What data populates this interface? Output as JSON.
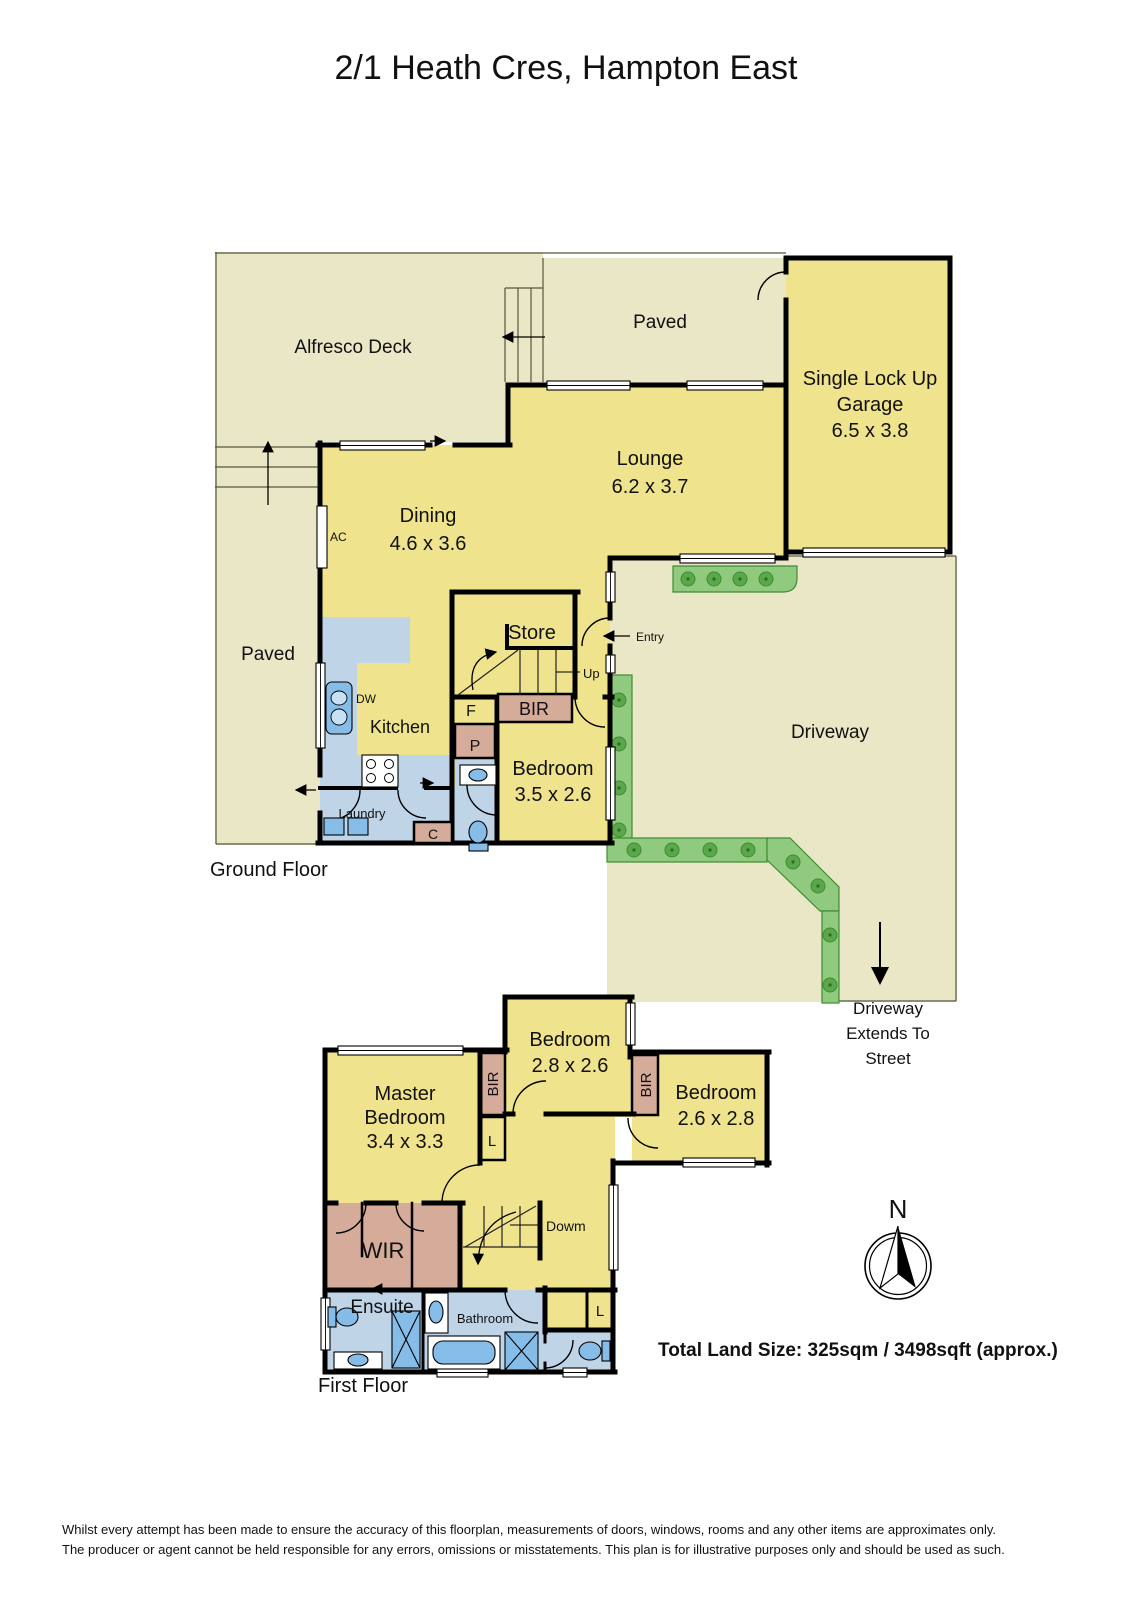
{
  "title": "2/1 Heath Cres, Hampton East",
  "palette": {
    "outdoor": "#e9e7c5",
    "room_yellow": "#f0e38d",
    "wet_blue": "#c0d4e8",
    "fixture_blue": "#85bce8",
    "closet_tan": "#d5ab9a",
    "garden_green": "#90ca7f",
    "bush_green": "#5aa84a",
    "wall_black": "#000000"
  },
  "ground_floor": {
    "floor_label": "Ground Floor",
    "outdoor": {
      "alfresco": "Alfresco Deck",
      "paved_top": "Paved",
      "paved_left": "Paved",
      "driveway": "Driveway",
      "driveway_note": {
        "line1": "Driveway",
        "line2": "Extends To",
        "line3": "Street"
      }
    },
    "rooms": {
      "lounge": {
        "name": "Lounge",
        "dims": "6.2 x 3.7"
      },
      "dining": {
        "name": "Dining",
        "dims": "4.6 x 3.6"
      },
      "garage": {
        "line1": "Single Lock Up",
        "line2": "Garage",
        "dims": "6.5 x 3.8"
      },
      "bedroom": {
        "name": "Bedroom",
        "dims": "3.5 x 2.6"
      },
      "kitchen": "Kitchen",
      "laundry": "Laundry",
      "store": "Store"
    },
    "labels": {
      "ac": "AC",
      "dw": "DW",
      "f": "F",
      "p": "P",
      "c": "C",
      "bir": "BIR",
      "up": "Up",
      "entry": "Entry"
    }
  },
  "first_floor": {
    "floor_label": "First Floor",
    "rooms": {
      "master": {
        "line1": "Master",
        "line2": "Bedroom",
        "dims": "3.4 x 3.3"
      },
      "bedroom2": {
        "name": "Bedroom",
        "dims": "2.8 x 2.6"
      },
      "bedroom3": {
        "name": "Bedroom",
        "dims": "2.6 x 2.8"
      },
      "wir": "WIR",
      "ensuite": "Ensuite",
      "bathroom": "Bathroom"
    },
    "labels": {
      "bir1": "BIR",
      "bir2": "BIR",
      "l1": "L",
      "l2": "L",
      "down": "Dowm"
    }
  },
  "compass": {
    "north": "N"
  },
  "summary": {
    "land_size": "Total Land Size: 325sqm / 3498sqft (approx.)"
  },
  "disclaimer": {
    "line1": "Whilst every attempt has been made to ensure the accuracy of this floorplan, measurements of doors, windows, rooms and any other items are approximates only.",
    "line2": "The producer or agent cannot be held responsible for any errors, omissions or misstatements. This plan is for illustrative purposes only and should be used as such."
  }
}
